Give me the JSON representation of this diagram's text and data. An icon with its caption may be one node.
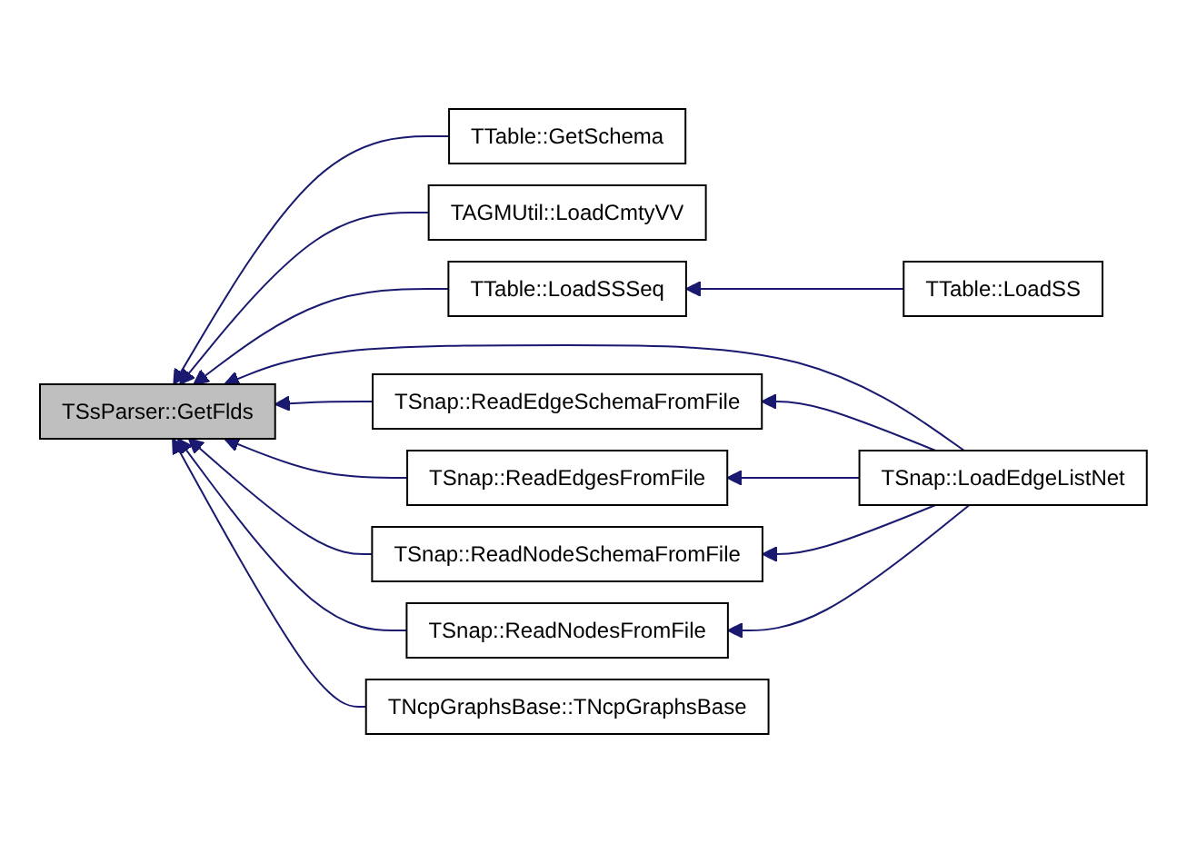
{
  "diagram": {
    "nodes": [
      {
        "text": [
          "TSsParser::GetFlds"
        ]
      },
      {
        "text": [
          "TTable::GetSchema"
        ]
      },
      {
        "text": [
          "TAGMUtil::LoadCmtyVV"
        ]
      },
      {
        "text": [
          "TTable::LoadSSSeq"
        ]
      },
      {
        "text": [
          "TTable::LoadSS"
        ]
      },
      {
        "text": [
          "TSnap::ReadEdgeSchemaFromFile"
        ]
      },
      {
        "text": [
          "TSnap::ReadEdgesFromFile"
        ]
      },
      {
        "text": [
          "TSnap::LoadEdgeListNet"
        ]
      },
      {
        "text": [
          "TSnap::ReadNodeSchemaFromFile"
        ]
      },
      {
        "text": [
          "TSnap::ReadNodesFromFile"
        ]
      },
      {
        "text": [
          "TNcpGraphsBase::TNcpGraphsBase"
        ]
      }
    ],
    "edges": [
      {
        "from": 1,
        "to": 0,
        "arrow": "to"
      },
      {
        "from": 2,
        "to": 0,
        "arrow": "to"
      },
      {
        "from": 3,
        "to": 0,
        "arrow": "to"
      },
      {
        "from": 4,
        "to": 3,
        "arrow": "to"
      },
      {
        "from": 7,
        "to": 0,
        "arrow": "to"
      },
      {
        "from": 5,
        "to": 0,
        "arrow": "to"
      },
      {
        "from": 6,
        "to": 0,
        "arrow": "to"
      },
      {
        "from": 8,
        "to": 0,
        "arrow": "to"
      },
      {
        "from": 9,
        "to": 0,
        "arrow": "to"
      },
      {
        "from": 10,
        "to": 0,
        "arrow": "to"
      },
      {
        "from": 7,
        "to": 5,
        "arrow": "to"
      },
      {
        "from": 7,
        "to": 6,
        "arrow": "to"
      },
      {
        "from": 7,
        "to": 8,
        "arrow": "to"
      },
      {
        "from": 7,
        "to": 9,
        "arrow": "to"
      }
    ]
  }
}
